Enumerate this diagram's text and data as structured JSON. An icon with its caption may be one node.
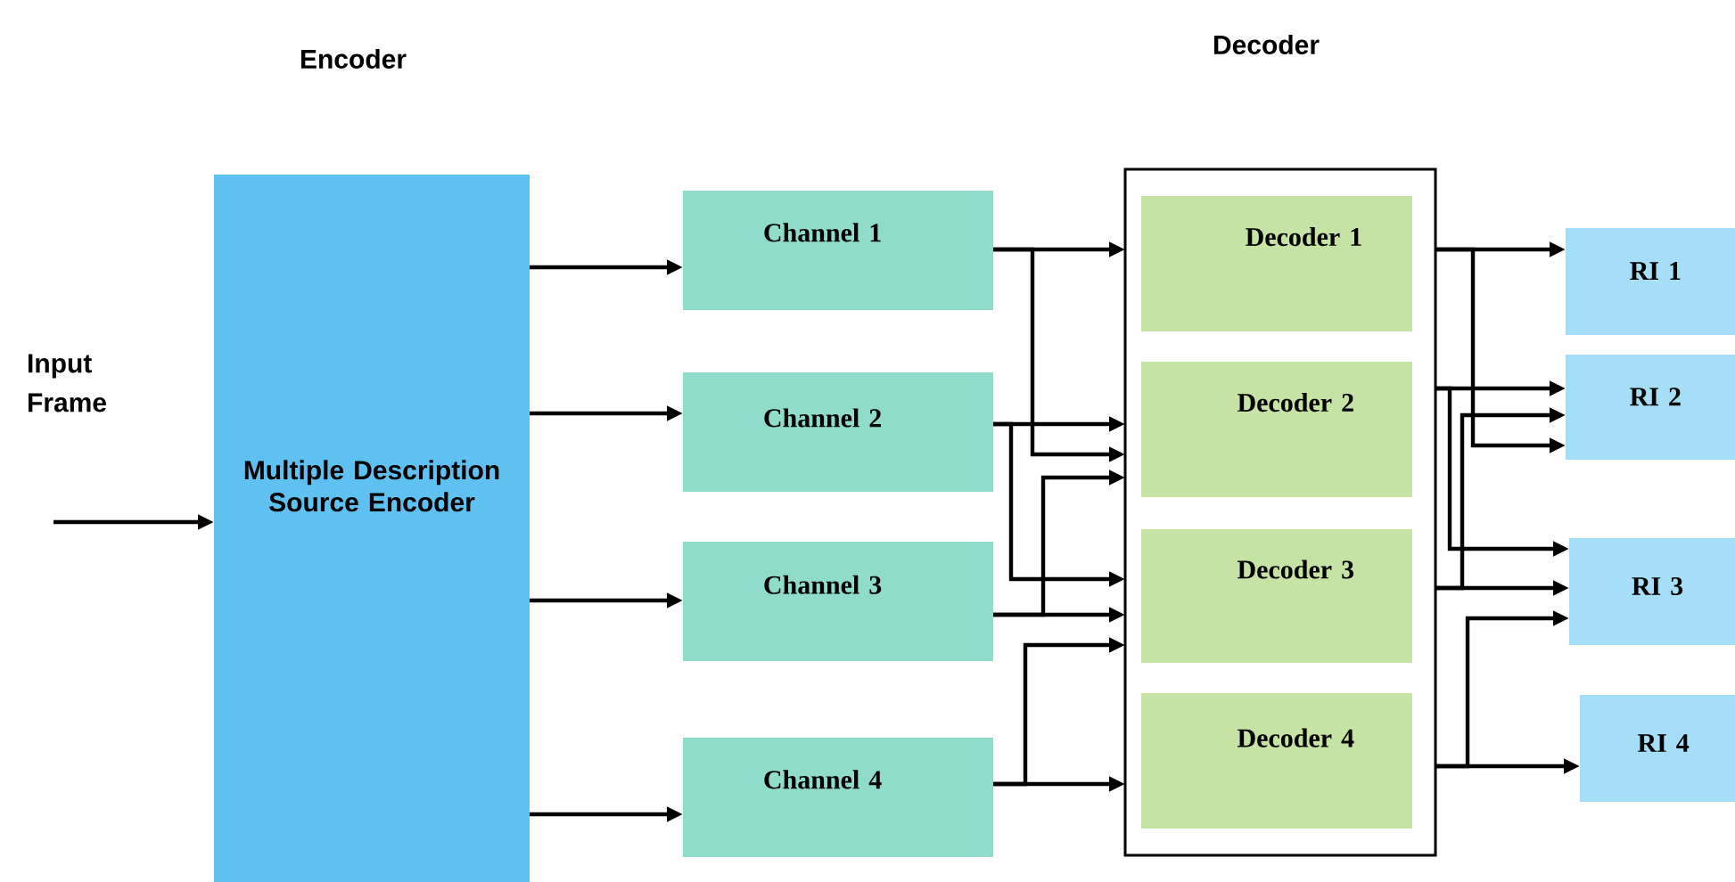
{
  "diagram": {
    "nodes": [
      {
        "text": [
          "Multiple Description Source Encoder"
        ]
      },
      {
        "text": [
          "Channel 1"
        ]
      },
      {
        "text": [
          "Channel 2"
        ]
      },
      {
        "text": [
          "Channel 3"
        ]
      },
      {
        "text": [
          "Channel 4"
        ]
      },
      {
        "text": [],
        "shape": "box"
      },
      {
        "text": [
          "Decoder 1"
        ],
        "in": 5
      },
      {
        "text": [
          "Decoder 2"
        ],
        "in": 5
      },
      {
        "text": [
          "Decoder 3"
        ],
        "in": 5
      },
      {
        "text": [
          "Decoder 4"
        ],
        "in": 5
      },
      {
        "text": [
          "RI 1"
        ]
      },
      {
        "text": [
          "RI 2"
        ]
      },
      {
        "text": [
          "RI 3"
        ]
      },
      {
        "text": [
          "RI 4"
        ]
      }
    ],
    "edges": [
      {
        "from": null,
        "to": 0,
        "arrow": "to"
      },
      {
        "from": 0,
        "to": 1,
        "arrow": "to"
      },
      {
        "from": 0,
        "to": 2,
        "arrow": "to"
      },
      {
        "from": 0,
        "to": 3,
        "arrow": "to"
      },
      {
        "from": 0,
        "to": 4,
        "arrow": "to"
      },
      {
        "from": 1,
        "to": 6,
        "arrow": "to"
      },
      {
        "from": 1,
        "to": 7,
        "arrow": "to"
      },
      {
        "from": 2,
        "to": 7,
        "arrow": "to"
      },
      {
        "from": 2,
        "to": 8,
        "arrow": "to"
      },
      {
        "from": 3,
        "to": 8,
        "arrow": "to"
      },
      {
        "from": 3,
        "to": 7,
        "arrow": "to"
      },
      {
        "from": 4,
        "to": 9,
        "arrow": "to"
      },
      {
        "from": 4,
        "to": 8,
        "arrow": "to"
      },
      {
        "from": 6,
        "to": 10,
        "arrow": "to"
      },
      {
        "from": 6,
        "to": 11,
        "arrow": "to"
      },
      {
        "from": 7,
        "to": 11,
        "arrow": "to"
      },
      {
        "from": 7,
        "to": 12,
        "arrow": "to"
      },
      {
        "from": 8,
        "to": 12,
        "arrow": "to"
      },
      {
        "from": 8,
        "to": 11,
        "arrow": "to"
      },
      {
        "from": 9,
        "to": 13,
        "arrow": "to"
      },
      {
        "from": 9,
        "to": 12,
        "arrow": "to"
      }
    ],
    "labels": [
      "Encoder",
      "Decoder",
      "Input Frame"
    ]
  }
}
